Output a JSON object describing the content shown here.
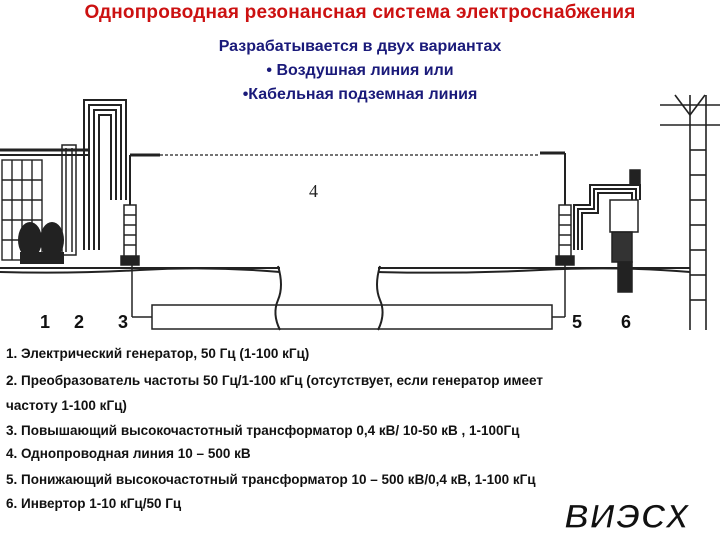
{
  "header": {
    "title": "Однопроводная резонансная система электроснабжения",
    "subtitle1": "Разрабатывается в двух вариантах",
    "subtitle2": "• Воздушная линия или",
    "subtitle3": "•Кабельная подземная линия"
  },
  "diagram": {
    "line_label": "4",
    "labels": [
      "1",
      "2",
      "3",
      "5",
      "6"
    ]
  },
  "legend": [
    "1. Электрический генератор, 50 Гц (1-100 кГц)",
    "2. Преобразователь частоты 50 Гц/1-100 кГц (отсутствует, если генератор имеет",
    "частоту 1-100 кГц)",
    "3. Повышающий высокочастотный трансформатор 0,4 кВ/ 10-50 кВ ,     1-100Гц",
    "4. Однопроводная линия 10 – 500 кВ",
    "5.  Понижающий высокочастотный трансформатор 10 – 500 кВ/0,4 кВ,   1-100 кГц",
    "6.  Инвертор 1-10 кГц/50 Гц"
  ],
  "logo": {
    "text": "ВИЭСХ"
  }
}
